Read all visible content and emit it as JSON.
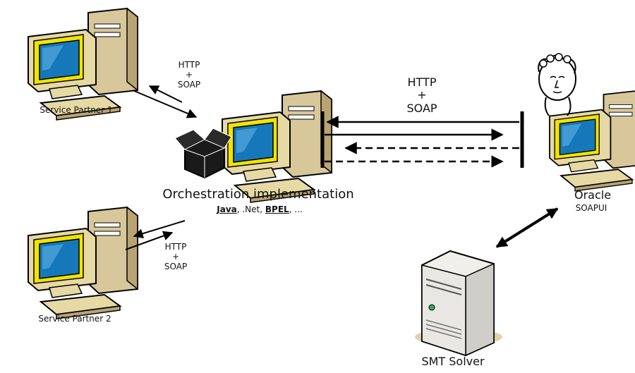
{
  "nodes": {
    "partner1": {
      "label": "Service Partner 1"
    },
    "partner2": {
      "label": "Service Partner 2"
    },
    "orchestration": {
      "label": "Orchestration implementation",
      "tech_java": "Java",
      "tech_sep1": ", .Net, ",
      "tech_bpel": "BPEL",
      "tech_rest": ", ..."
    },
    "oracle": {
      "label": "Oracle",
      "sublabel": "SOAPUI"
    },
    "solver": {
      "label": "SMT Solver"
    }
  },
  "protocols": {
    "partner1": {
      "line1": "HTTP",
      "line2": "+",
      "line3": "SOAP"
    },
    "partner2": {
      "line1": "HTTP",
      "line2": "+",
      "line3": "SOAP"
    },
    "oracle": {
      "line1": "HTTP",
      "line2": "+",
      "line3": "SOAP"
    }
  },
  "colors": {
    "monitor_case": "#e6d9a4",
    "monitor_bezel": "#f2e300",
    "screen": "#1678b8",
    "tower": "#d8c79a",
    "outline": "#000000",
    "box": "#1a1a1a"
  }
}
